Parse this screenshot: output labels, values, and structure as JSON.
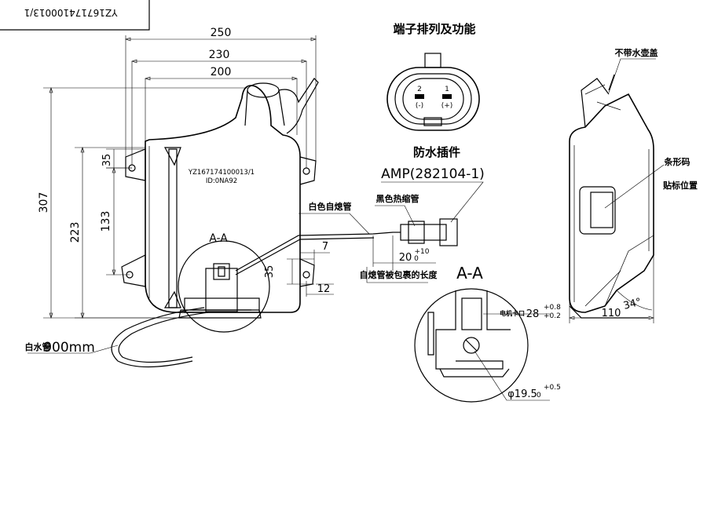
{
  "drawing_number": "YZ167174100013/1",
  "part_label_line1": "YZ167174100013/1",
  "part_label_line2": "ID:0NA92",
  "dims": {
    "w250": "250",
    "w230": "230",
    "w200": "200",
    "h307": "307",
    "h223": "223",
    "h133": "133",
    "h35_top": "35",
    "h35_bottom": "35",
    "d7": "7",
    "d12": "12",
    "d20": "20",
    "d20_tol_upper": "+10",
    "d20_tol_lower": "0",
    "d110": "110",
    "angle34": "34°",
    "d28": "28",
    "d28_tol_upper": "+0.8",
    "d28_tol_lower": "+0.2",
    "phi": "φ19.5",
    "phi_tol_upper": "+0.5",
    "phi_tol_lower": "0"
  },
  "labels": {
    "terminal_title": "端子排列及功能",
    "pin_2": "2",
    "pin_1": "1",
    "minus": "(-)",
    "plus": "(+)",
    "connector_title": "防水插件",
    "connector_part": "AMP(282104-1)",
    "white_tube": "白色自熄管",
    "black_shrink": "黑色热缩管",
    "wrap_length": "自熄管被包裹的长度",
    "section_aa_small": "A-A",
    "section_aa_large": "A-A",
    "motor_clip": "电机卡口",
    "white_hose": "白水管",
    "hose_len": "900mm",
    "no_cap": "不带水壶盖",
    "barcode_1": "条形码",
    "barcode_2": "贴标位置"
  }
}
